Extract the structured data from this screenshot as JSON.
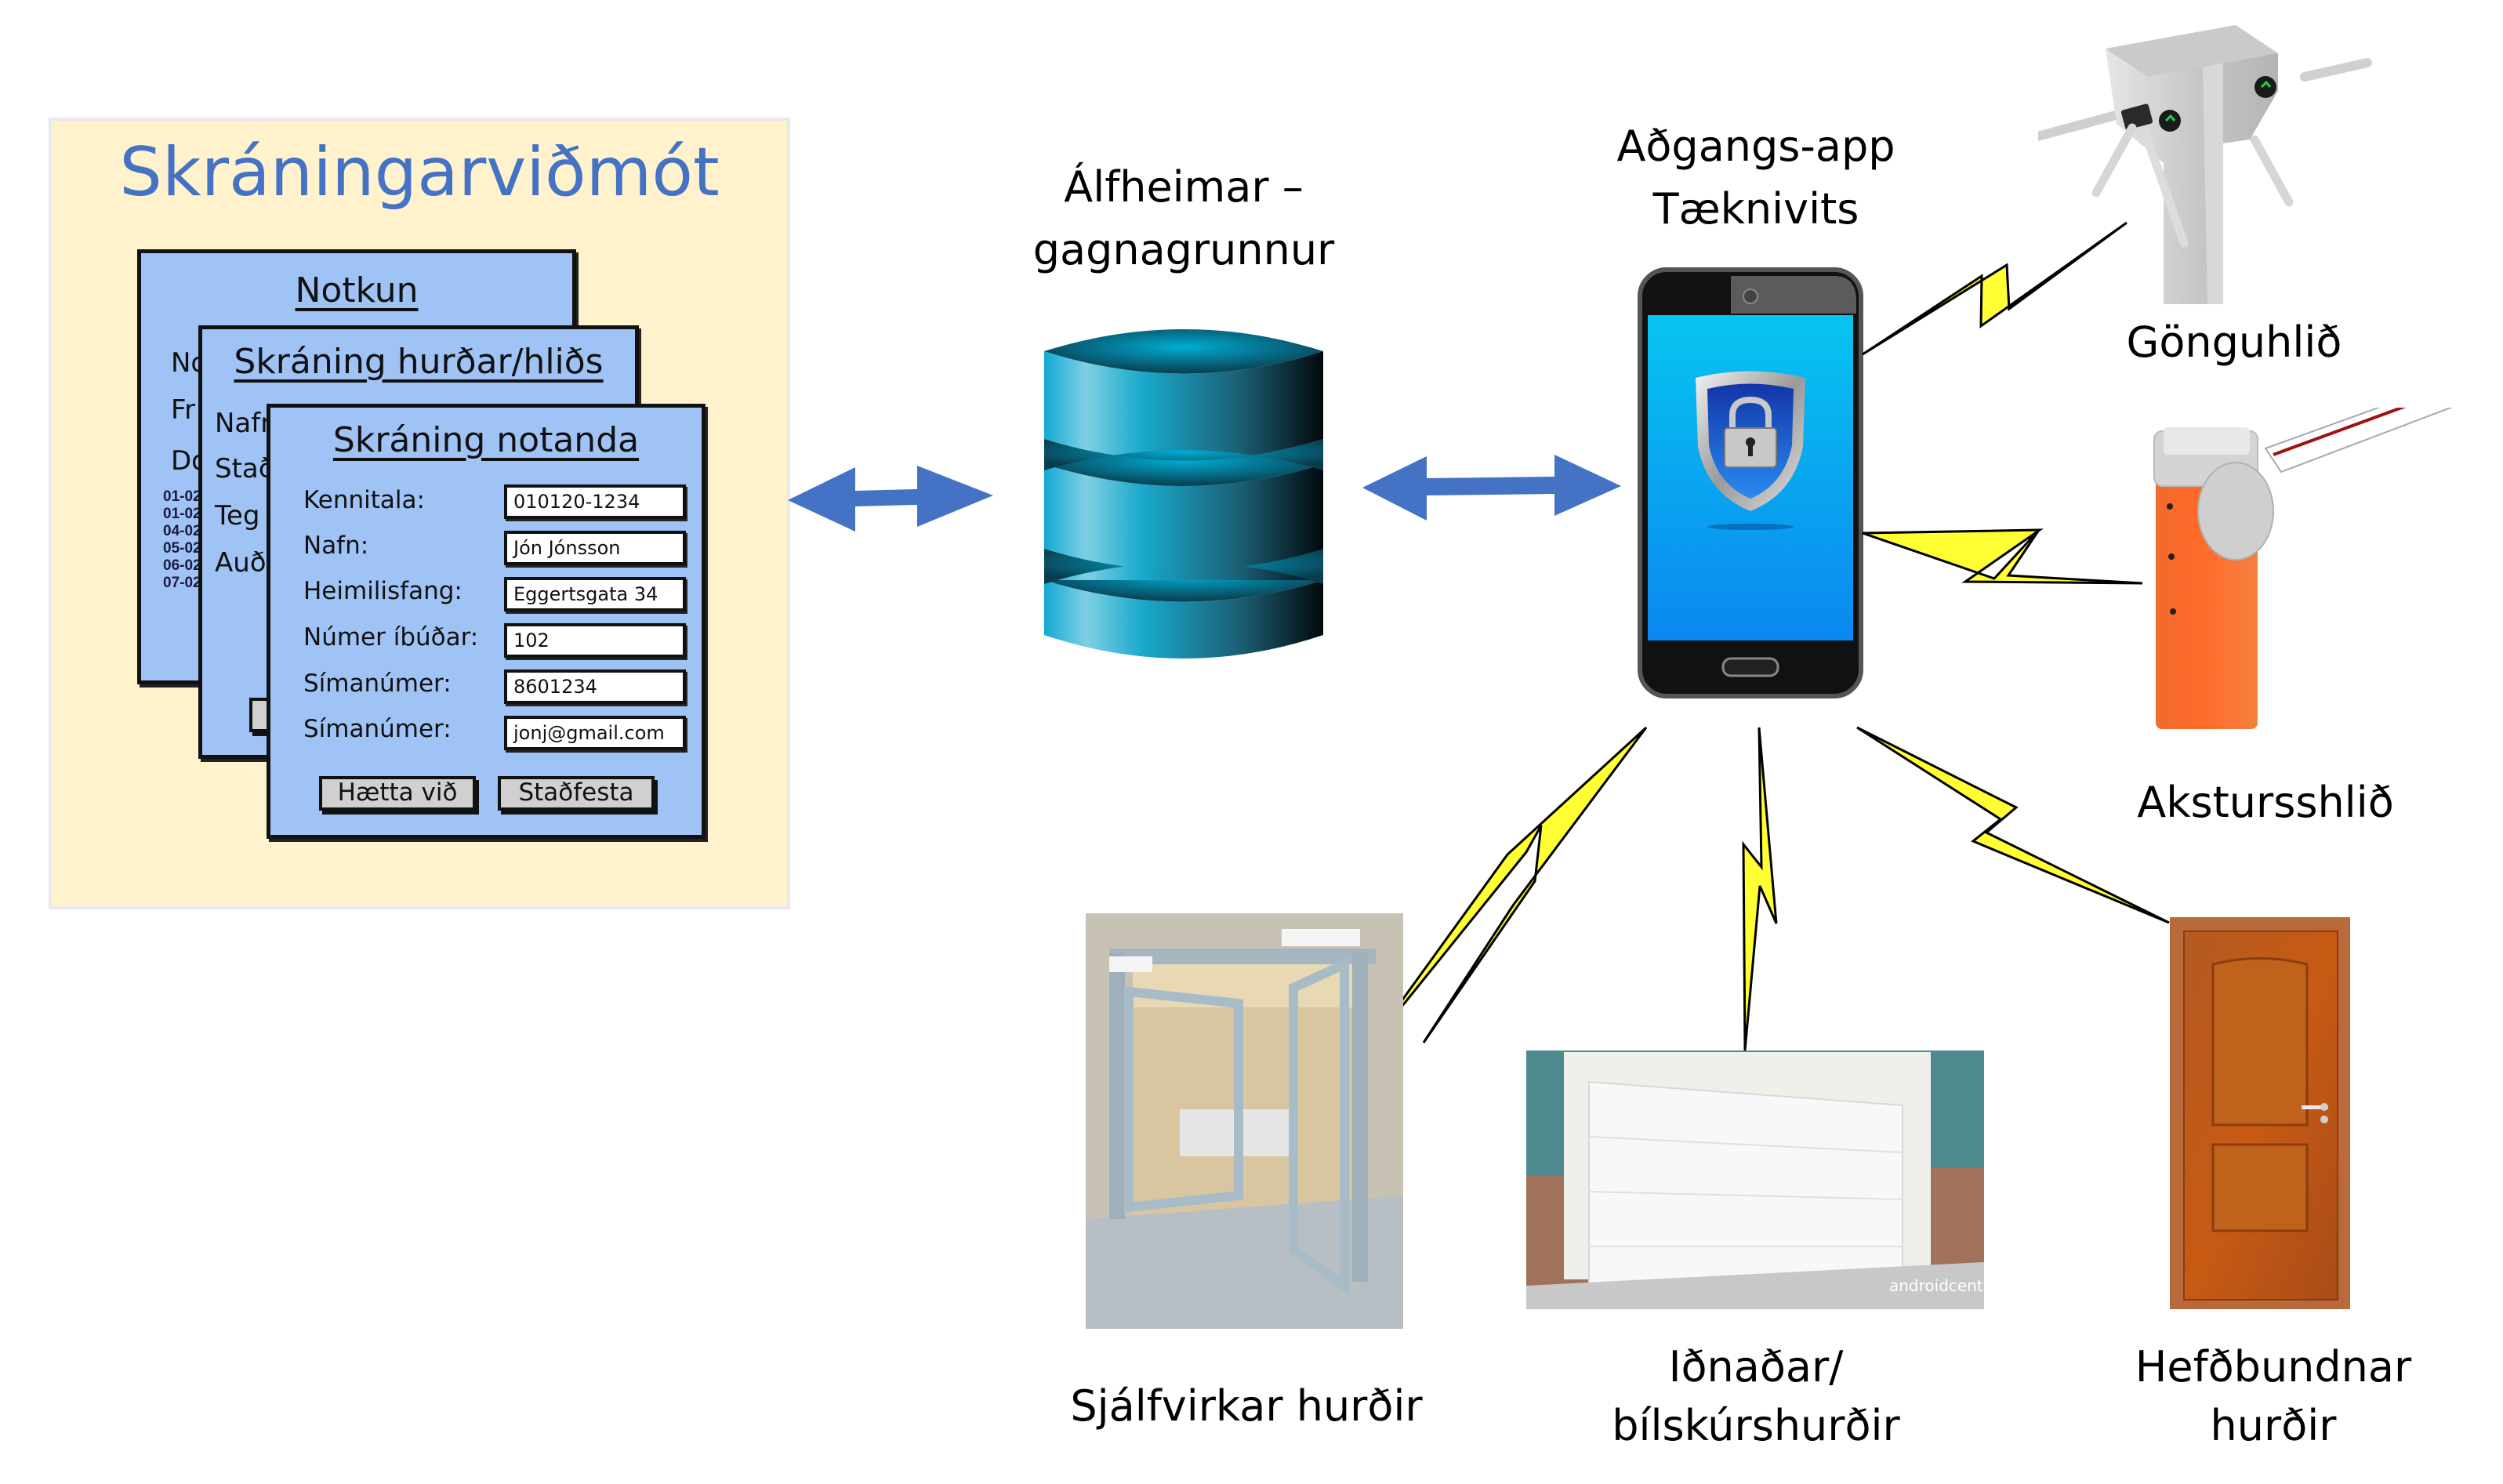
{
  "registration_ui": {
    "title": "Skráningarviðmót",
    "usage_panel": {
      "title": "Notkun",
      "peek_labels": [
        "No",
        "Fr",
        "Do"
      ],
      "peek_dates": [
        "01-02",
        "01-02",
        "04-02",
        "05-02",
        "06-02",
        "07-02"
      ]
    },
    "door_panel": {
      "title": "Skráning hurðar/hliðs",
      "peek_labels": [
        "Nafn",
        "Stað",
        "Teg",
        "Auð"
      ]
    },
    "user_panel": {
      "title": "Skráning notanda",
      "fields": [
        {
          "label": "Kennitala:",
          "value": "010120-1234"
        },
        {
          "label": "Nafn:",
          "value": "Jón Jónsson"
        },
        {
          "label": "Heimilisfang:",
          "value": "Eggertsgata 34"
        },
        {
          "label": "Númer íbúðar:",
          "value": "102"
        },
        {
          "label": "Símanúmer:",
          "value": "8601234"
        },
        {
          "label": "Símanúmer:",
          "value": "jonj@gmail.com"
        }
      ],
      "cancel_label": "Hætta við",
      "confirm_label": "Staðfesta"
    }
  },
  "database": {
    "title_line1": "Álfheimar –",
    "title_line2": "gagnagrunnur",
    "icon": "database-icon"
  },
  "app": {
    "title_line1": "Aðgangs-app",
    "title_line2": "Tæknivits",
    "icon": "shield-lock-icon"
  },
  "devices": [
    {
      "id": "turnstile",
      "label_lines": [
        "Gönguhlið"
      ]
    },
    {
      "id": "barrier",
      "label_lines": [
        "Akstursshlið"
      ]
    },
    {
      "id": "automatic-doors",
      "label_lines": [
        "Sjálfvirkar hurðir"
      ]
    },
    {
      "id": "garage-doors",
      "label_lines": [
        "Iðnaðar/",
        "bílskúrshurðir"
      ]
    },
    {
      "id": "conventional-doors",
      "label_lines": [
        "Hefðbundnar",
        "hurðir"
      ]
    }
  ],
  "watermarks": {
    "garage": "androidcentral"
  },
  "colors": {
    "panel_bg": "#fff2cc",
    "title_blue": "#4472c4",
    "mock_blue": "#a0c3f5",
    "arrow_blue": "#4472c4",
    "bolt_yellow": "#ffff33",
    "db_teal": "#1aa7c9",
    "barrier_orange": "#f26a2e",
    "door_wood": "#b4501a"
  }
}
